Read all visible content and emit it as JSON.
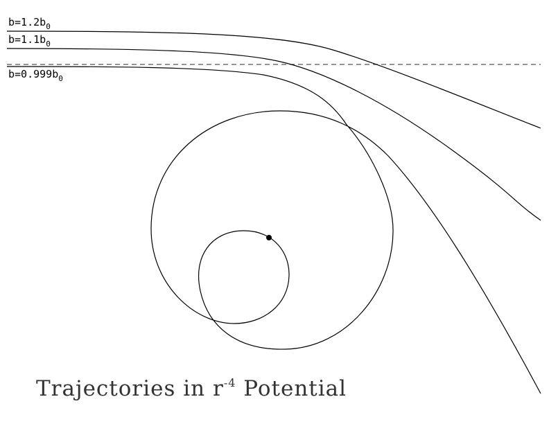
{
  "labels": [
    {
      "base": "b=1.2b",
      "sub": "0"
    },
    {
      "base": "b=1.1b",
      "sub": "0"
    },
    {
      "base": "b=0.999b",
      "sub": "0"
    }
  ],
  "title": {
    "pre": "Trajectories in r",
    "sup": "-4",
    "post": " Potential"
  }
}
